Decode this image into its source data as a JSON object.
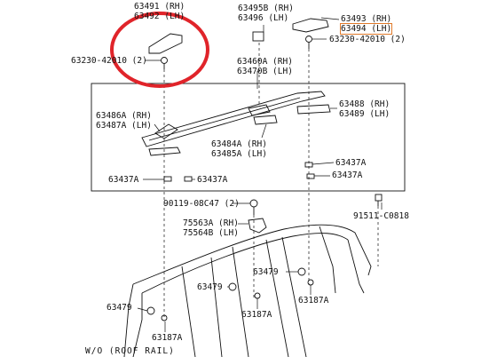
{
  "labels": {
    "p63491": "63491 (RH)",
    "p63492": "63492 (LH)",
    "p63230_left": "63230-42010 (2)",
    "p63495b": "63495B (RH)",
    "p63496": "63496 (LH)",
    "p63493": "63493 (RH)",
    "p63494": "63494 (LH)",
    "p63230_right": "63230-42010 (2)",
    "p63460a": "63460A (RH)",
    "p63470b": "63470B (LH)",
    "p63486a": "63486A (RH)",
    "p63487a": "63487A (LH)",
    "p63488": "63488 (RH)",
    "p63489": "63489 (LH)",
    "p63484a": "63484A (RH)",
    "p63485a": "63485A (LH)",
    "p63437a_r1": "63437A",
    "p63437a_r2": "63437A",
    "p63437a_l1": "63437A",
    "p63437a_l2": "63437A",
    "p90119": "90119-08C47 (2)",
    "p91511": "91511-C0818",
    "p75563a": "75563A (RH)",
    "p75564b": "75564B (LH)",
    "p63479_a": "63479",
    "p63479_b": "63479",
    "p63479_c": "63479",
    "p63187a_a": "63187A",
    "p63187a_b": "63187A",
    "p63187a_c": "63187A"
  },
  "footnote": "W/O (ROOF RAIL)",
  "colors": {
    "annotation_circle": "#e0242a",
    "highlight_box": "#e07a2a",
    "line_art": "#111111"
  }
}
